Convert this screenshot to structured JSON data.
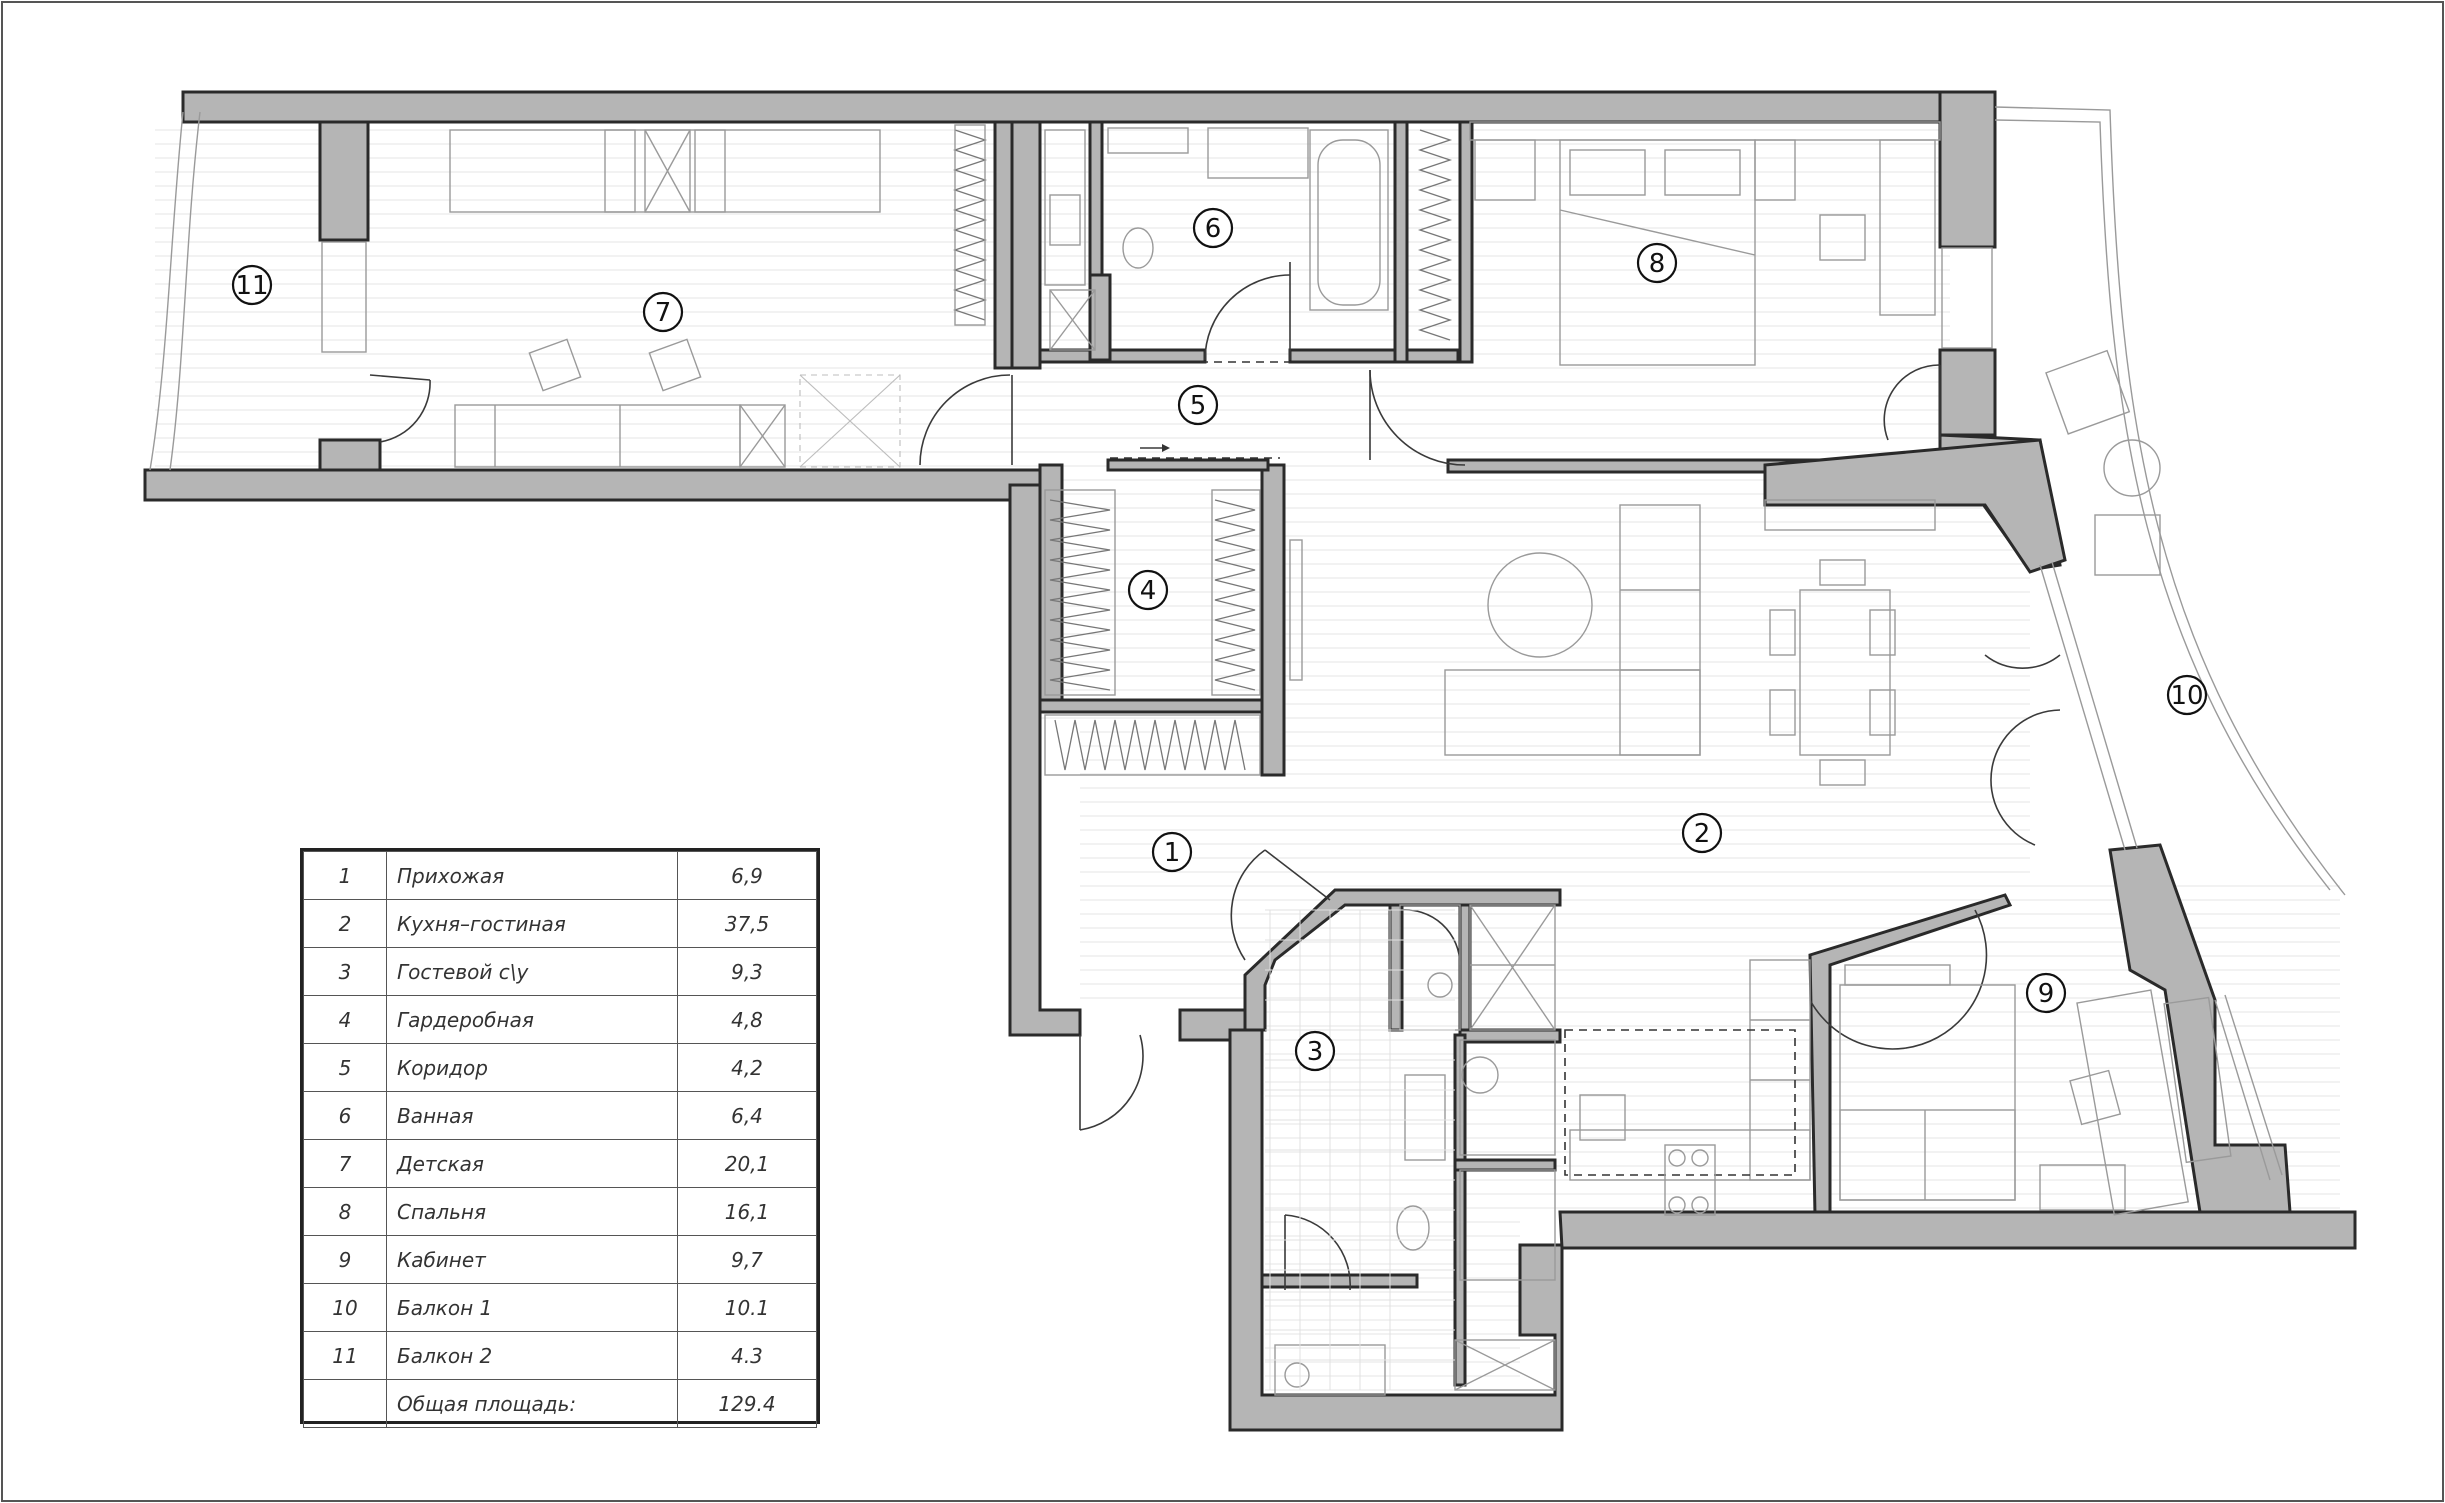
{
  "rooms": [
    {
      "num": "1",
      "name": "Прихожая",
      "area": "6,9"
    },
    {
      "num": "2",
      "name": "Кухня–гостиная",
      "area": "37,5"
    },
    {
      "num": "3",
      "name": "Гостевой с\\у",
      "area": "9,3"
    },
    {
      "num": "4",
      "name": "Гардеробная",
      "area": "4,8"
    },
    {
      "num": "5",
      "name": "Коридор",
      "area": "4,2"
    },
    {
      "num": "6",
      "name": "Ванная",
      "area": "6,4"
    },
    {
      "num": "7",
      "name": "Детская",
      "area": "20,1"
    },
    {
      "num": "8",
      "name": "Спальня",
      "area": "16,1"
    },
    {
      "num": "9",
      "name": "Кабинет",
      "area": "9,7"
    },
    {
      "num": "10",
      "name": "Балкон 1",
      "area": "10.1"
    },
    {
      "num": "11",
      "name": "Балкон 2",
      "area": "4.3"
    }
  ],
  "total": {
    "num": "",
    "label": "Общая площадь:",
    "value": "129.4"
  },
  "colors": {
    "wall_fill": "#b5b5b5",
    "wall_stroke": "#2a2a2a",
    "furniture": "#9a9a9a"
  },
  "icons": [
    "door-swing-icon",
    "toilet-icon",
    "bathtub-icon",
    "sink-icon",
    "bed-icon",
    "sofa-icon",
    "table-icon",
    "chair-icon",
    "stove-icon",
    "washer-icon",
    "shower-icon",
    "wardrobe-icon"
  ]
}
